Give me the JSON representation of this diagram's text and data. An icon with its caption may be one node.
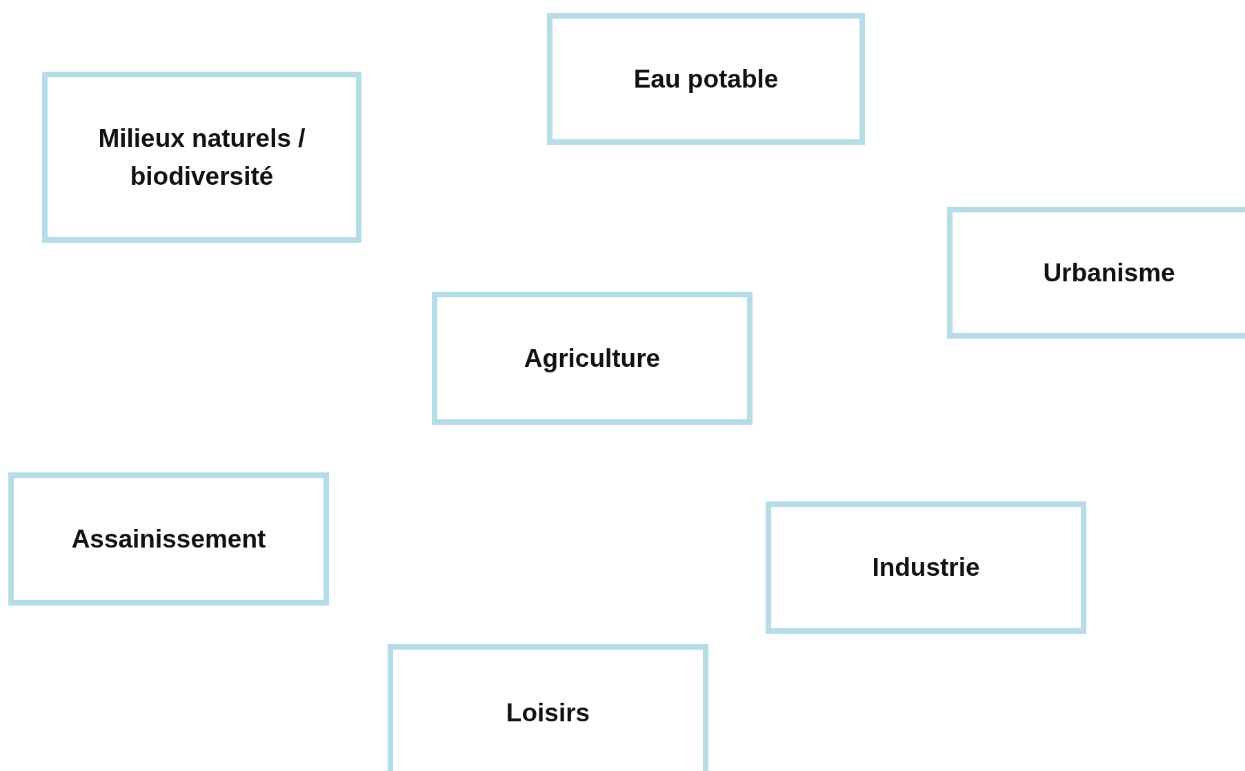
{
  "diagram": {
    "nodes": [
      {
        "text": [
          "Eau potable"
        ]
      },
      {
        "text": [
          "Milieux naturels / biodiversité"
        ]
      },
      {
        "text": [
          "Urbanisme"
        ]
      },
      {
        "text": [
          "Agriculture"
        ]
      },
      {
        "text": [
          "Assainissement"
        ]
      },
      {
        "text": [
          "Industrie"
        ]
      },
      {
        "text": [
          "Loisirs"
        ]
      }
    ]
  }
}
